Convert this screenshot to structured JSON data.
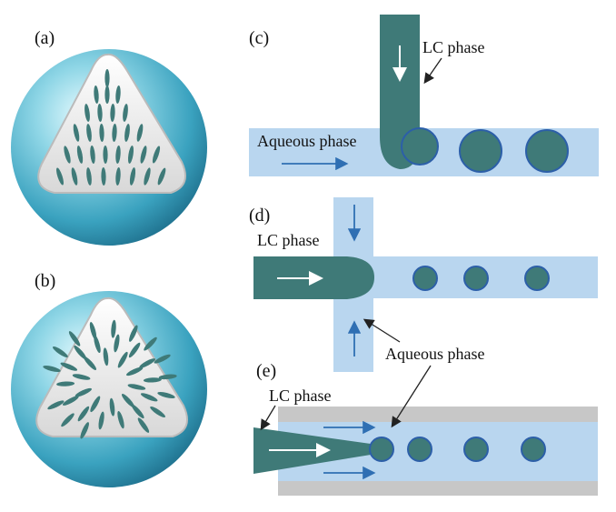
{
  "panels": {
    "a": "(a)",
    "b": "(b)",
    "c": "(c)",
    "d": "(d)",
    "e": "(e)"
  },
  "labels": {
    "c_lc": "LC phase",
    "c_aq": "Aqueous phase",
    "d_lc": "LC phase",
    "d_aq": "Aqueous phase",
    "e_lc": "LC phase"
  },
  "colors": {
    "channel": "#b9d6ef",
    "lc": "#3f7a78",
    "droplet_edge": "#2c5fa8",
    "arrow": "#2f6fb3",
    "sheath": "#c7c7c7",
    "sphere": "#55b9cf"
  }
}
